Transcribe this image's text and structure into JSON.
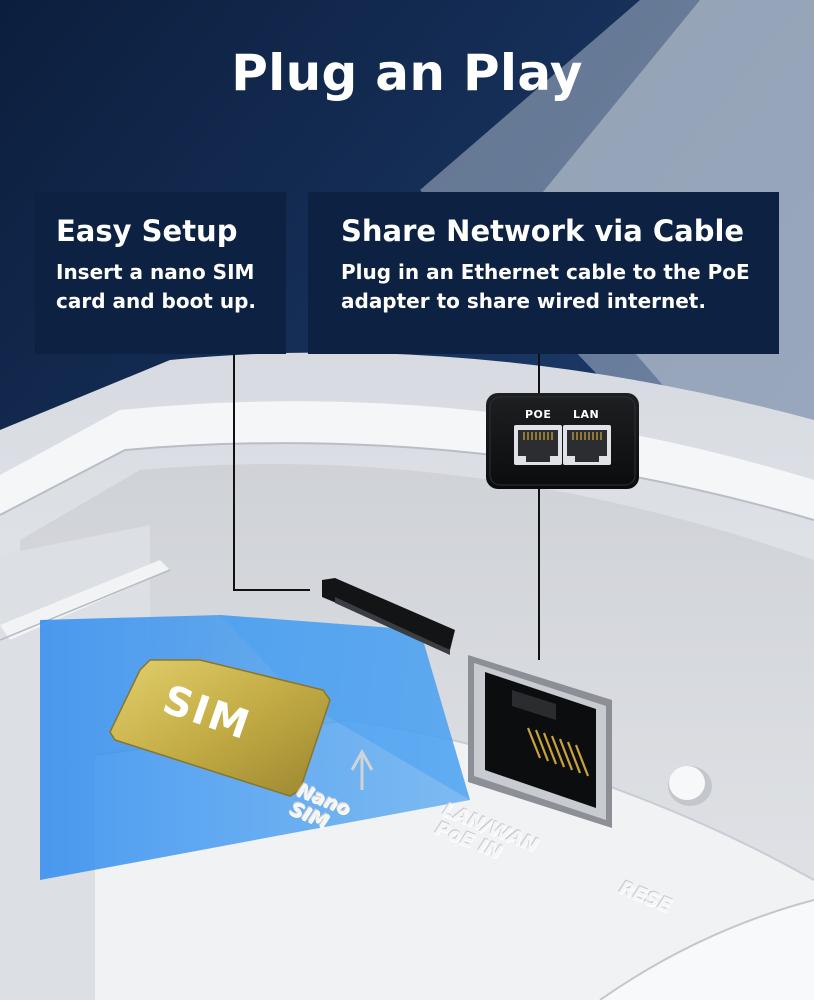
{
  "title": "Plug an Play",
  "easy_setup": {
    "heading": "Easy Setup",
    "line1": "Insert a nano SIM",
    "line2": "card and boot up."
  },
  "share_network": {
    "heading": "Share Network via Cable",
    "line1": "Plug in an Ethernet cable to the PoE",
    "line2": "adapter to share wired internet."
  },
  "poe_adapter": {
    "port1": "POE",
    "port2": "LAN"
  },
  "sim_card": {
    "label": "SIM"
  },
  "device_labels": {
    "nano_line1": "Nano",
    "nano_line2": "SIM",
    "lanwan_line1": "LAN/WAN",
    "lanwan_line2": "PoE IN",
    "reset": "RESE"
  },
  "colors": {
    "banner_navy": "#0d2142",
    "sim_gold": "#c8b24a",
    "highlight_blue": "#3d95e6"
  }
}
